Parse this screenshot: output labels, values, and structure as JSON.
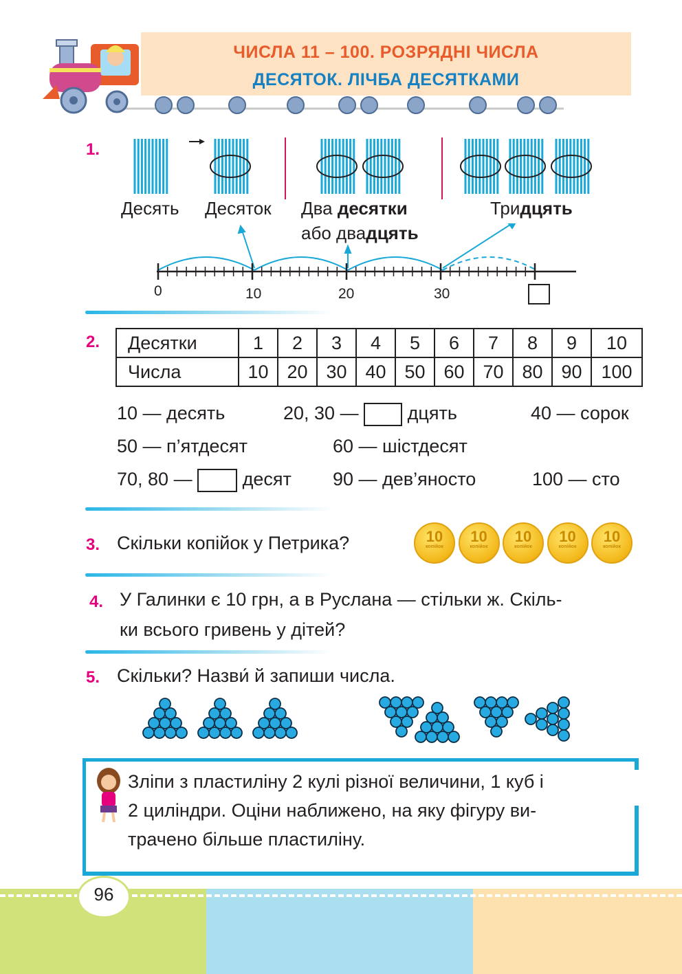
{
  "header": {
    "title_line1": "ЧИСЛА 11 – 100. РОЗРЯДНІ ЧИСЛА",
    "title_line2": "ДЕСЯТОК. ЛІЧБА ДЕСЯТКАМИ"
  },
  "ex1": {
    "number": "1.",
    "label_ten": "Десять",
    "label_dozen": "Десяток",
    "label_two_a": "Два ",
    "label_two_b": "десятки",
    "label_two_c": "або два",
    "label_two_d": "дцять",
    "label_three_a": "Три",
    "label_three_b": "дцять",
    "ticks": [
      "0",
      "10",
      "20",
      "30"
    ]
  },
  "ex2": {
    "number": "2.",
    "row1_header": "Десятки",
    "row1": [
      "1",
      "2",
      "3",
      "4",
      "5",
      "6",
      "7",
      "8",
      "9",
      "10"
    ],
    "row2_header": "Числа",
    "row2": [
      "10",
      "20",
      "30",
      "40",
      "50",
      "60",
      "70",
      "80",
      "90",
      "100"
    ],
    "words": {
      "w10": "10 — десять",
      "w20a": "20, 30 —",
      "w20b": "дцять",
      "w40": "40 — сорок",
      "w50": "50 — п’ятдесят",
      "w60": "60 — шістдесят",
      "w70a": "70, 80 —",
      "w70b": "десят",
      "w90": "90 — дев’яносто",
      "w100": "100 — сто"
    }
  },
  "ex3": {
    "number": "3.",
    "text": "Скільки копійок у Петрика?",
    "coin_value": "10",
    "coin_unit": "копійок",
    "coin_count": 5
  },
  "ex4": {
    "number": "4.",
    "line1": "У Галинки є 10 грн, а в Руслана — стільки ж. Скіль-",
    "line2": "ки всього гривень у дітей?"
  },
  "ex5": {
    "number": "5.",
    "text": "Скільки? Назви́ й запиши числа."
  },
  "task": {
    "line1": "Зліпи з пластиліну 2 кулі різної величини, 1 куб і",
    "line2": "2 циліндри. Оціни наближено, на яку фігуру ви-",
    "line3": "трачено більше пластиліну."
  },
  "footer": {
    "page_number": "96"
  },
  "colors": {
    "accent_pink": "#e6007e",
    "accent_blue": "#1581c3",
    "stick_blue": "#1aa8d8",
    "dot_blue": "#27a9e1"
  }
}
